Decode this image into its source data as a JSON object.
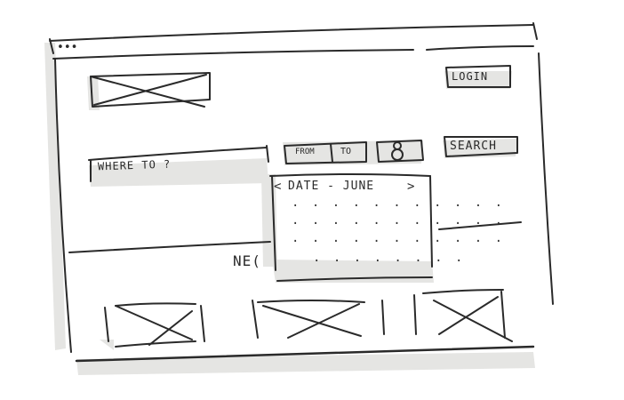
{
  "window": {
    "controls": "•••"
  },
  "header": {
    "logo_icon": "image-placeholder-icon",
    "login_label": "LOGIN"
  },
  "search": {
    "destination_placeholder": "WHERE TO ?",
    "from_label": "FROM",
    "to_label": "TO",
    "guests_icon": "person-icon",
    "search_label": "SEARCH"
  },
  "datepicker": {
    "prev": "<",
    "title": "DATE - JUNE",
    "next": ">",
    "day_rows": [
      "· · · · · · · · · · ·",
      "· · · · · · · · · · ·",
      "· · · · · · · · · · ·",
      "· · · · · · · ·"
    ]
  },
  "section": {
    "heading_partial": "NE("
  },
  "cards": [
    {
      "icon": "image-placeholder-icon"
    },
    {
      "icon": "image-placeholder-icon"
    },
    {
      "icon": "image-placeholder-icon"
    }
  ]
}
